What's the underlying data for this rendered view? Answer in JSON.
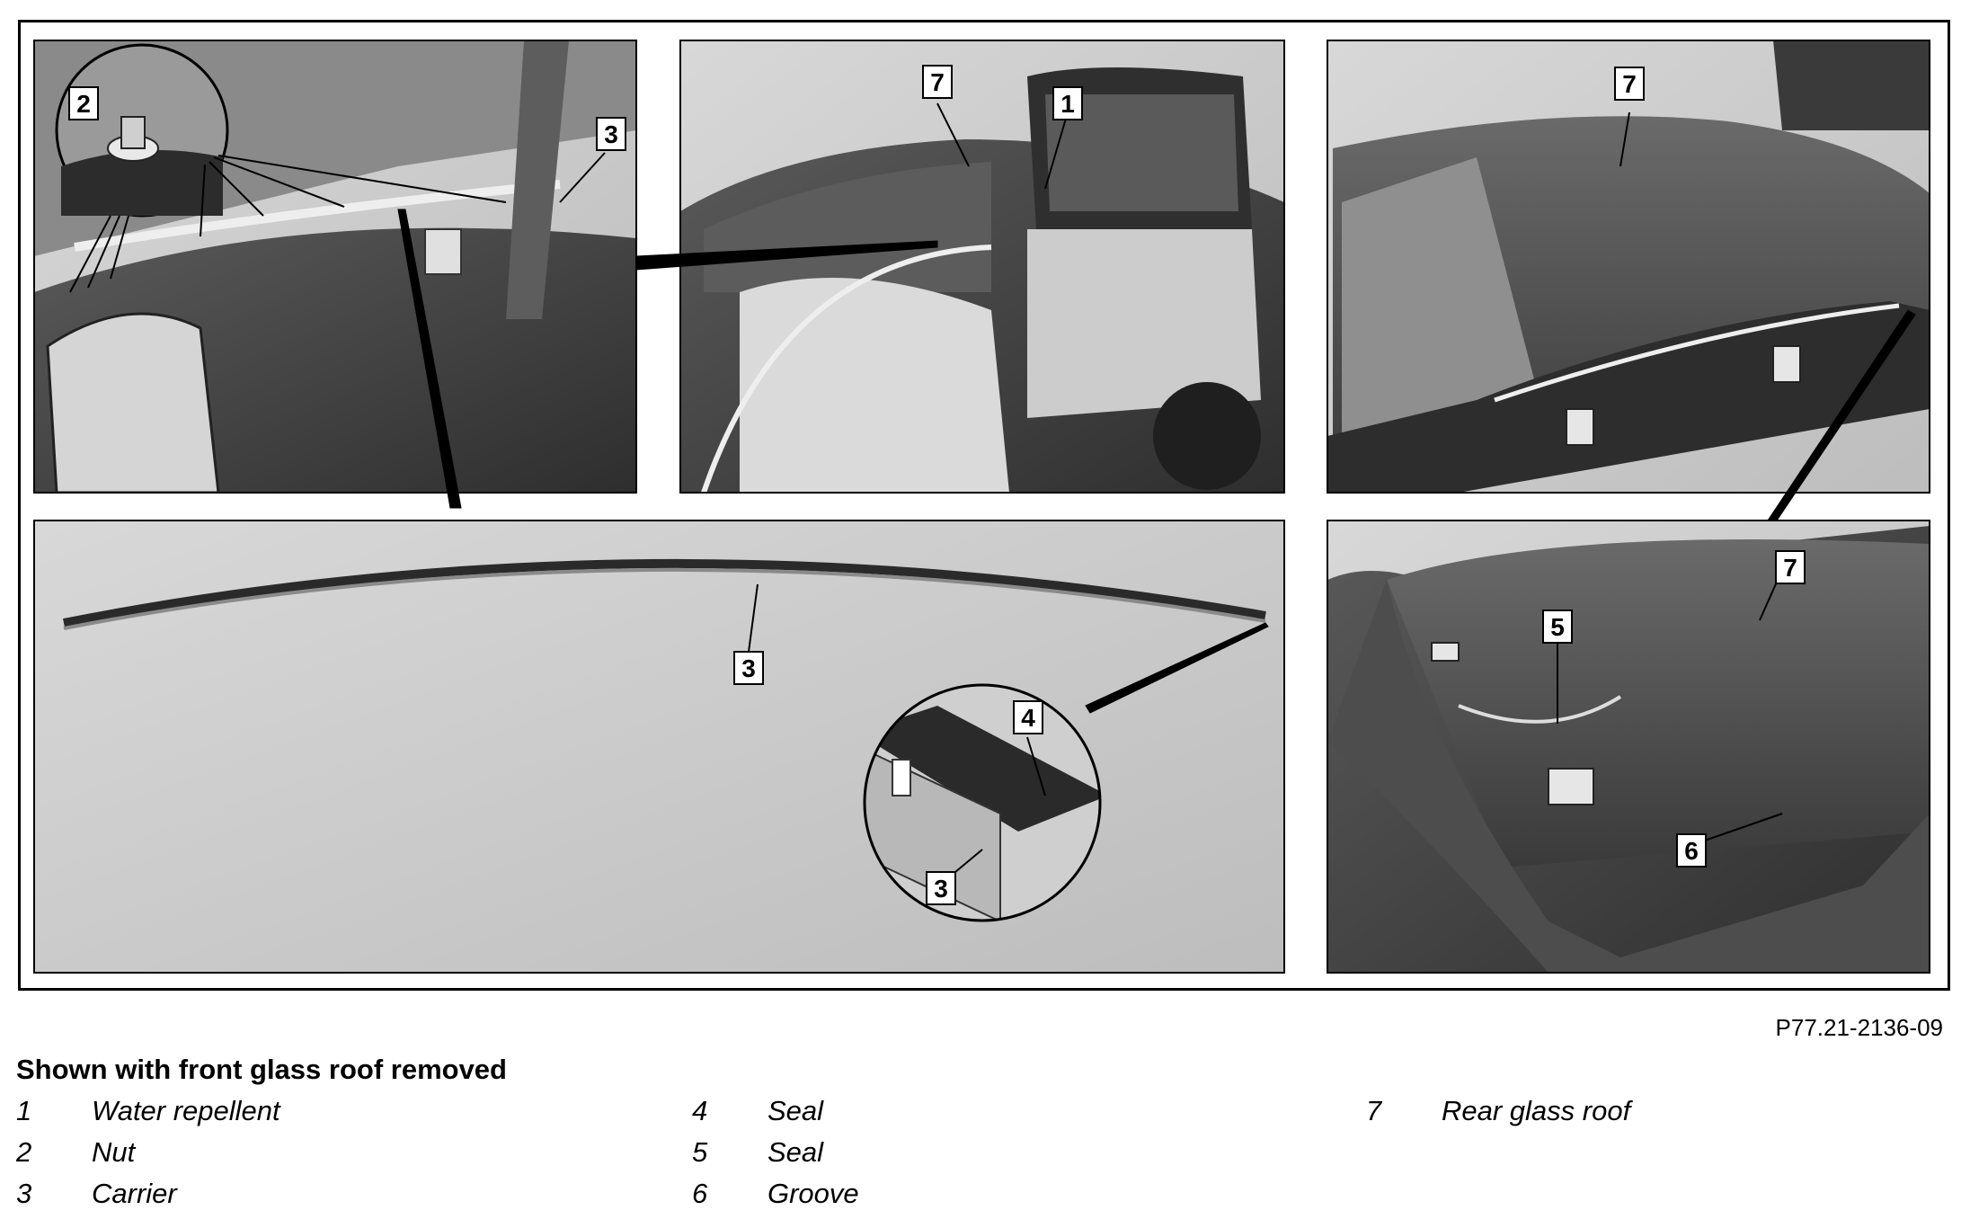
{
  "figure": {
    "id": "P77.21-2136-09",
    "callouts": {
      "p1_2": "2",
      "p1_3": "3",
      "p2_7": "7",
      "p2_1": "1",
      "p3_7": "7",
      "p4_3": "3",
      "p4_4": "4",
      "p4_3b": "3",
      "p5_7": "7",
      "p5_5": "5",
      "p5_6": "6"
    }
  },
  "caption": {
    "title": "Shown with front glass roof removed"
  },
  "legend": [
    [
      {
        "num": "1",
        "label": "Water repellent"
      },
      {
        "num": "2",
        "label": "Nut"
      },
      {
        "num": "3",
        "label": "Carrier"
      }
    ],
    [
      {
        "num": "4",
        "label": "Seal"
      },
      {
        "num": "5",
        "label": "Seal"
      },
      {
        "num": "6",
        "label": "Groove"
      }
    ],
    [
      {
        "num": "7",
        "label": "Rear glass roof"
      }
    ]
  ],
  "colors": {
    "panel_bg": "#c9c9c9",
    "car_dark": "#3a3a3a",
    "glass": "#4a4a4a"
  }
}
